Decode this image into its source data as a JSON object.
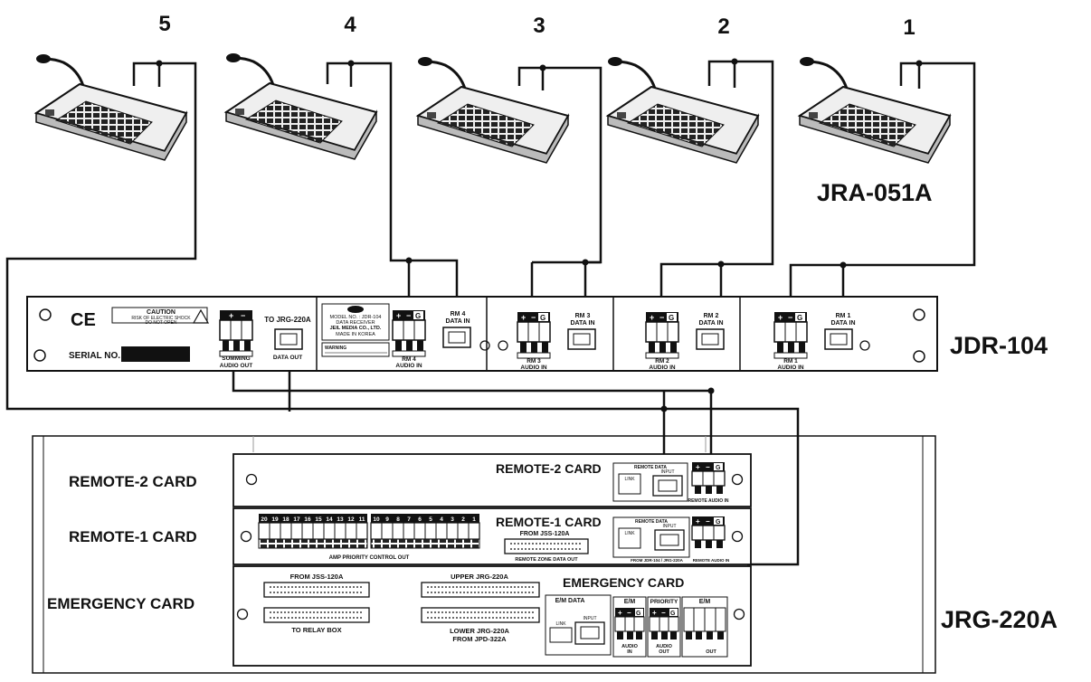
{
  "stations": [
    {
      "number": "5"
    },
    {
      "number": "4"
    },
    {
      "number": "3"
    },
    {
      "number": "2"
    },
    {
      "number": "1"
    }
  ],
  "model_labels": {
    "jra": "JRA-051A",
    "jdr": "JDR-104",
    "jrg": "JRG-220A"
  },
  "jdr_panel": {
    "caution_title": "CAUTION",
    "caution_line1": "RISK OF ELECTRIC SHOCK",
    "caution_line2": "DO NOT OPEN",
    "serial_label": "SERIAL NO.",
    "summing_label1": "SUMMING",
    "summing_label2": "AUDIO OUT",
    "to_jrg_label": "TO JRG-220A",
    "data_out_label": "DATA OUT",
    "nameplate": [
      "MODEL NO. : JDR-104",
      "DATA RECEIVER",
      "JEIL MEDIA CO., LTD.",
      "MADE IN KOREA"
    ],
    "warning_text": "WARNING",
    "term_plus": "+",
    "term_minus": "−",
    "term_g": "G",
    "rm_sections": [
      {
        "audio1": "RM 4",
        "audio2": "AUDIO IN",
        "data1": "RM 4",
        "data2": "DATA IN"
      },
      {
        "audio1": "RM 3",
        "audio2": "AUDIO IN",
        "data1": "RM 3",
        "data2": "DATA IN"
      },
      {
        "audio1": "RM 2",
        "audio2": "AUDIO IN",
        "data1": "RM 2",
        "data2": "DATA IN"
      },
      {
        "audio1": "RM 1",
        "audio2": "AUDIO IN",
        "data1": "RM 1",
        "data2": "DATA IN"
      }
    ]
  },
  "jrg_panel": {
    "side_labels": [
      "REMOTE-2 CARD",
      "REMOTE-1 CARD",
      "EMERGENCY CARD"
    ],
    "remote2": {
      "title": "REMOTE-2 CARD",
      "remote_data": "REMOTE DATA",
      "link": "LINK",
      "input": "INPUT",
      "audio_in": "REMOTE AUDIO IN"
    },
    "remote1": {
      "title": "REMOTE-1 CARD",
      "from_jss": "FROM JSS-120A",
      "zone_out": "REMOTE ZONE DATA OUT",
      "amp_priority": "AMP PRIORITY CONTROL OUT",
      "remote_data": "REMOTE DATA",
      "link": "LINK",
      "input": "INPUT",
      "from_jdr": "FROM JDR-104 / JRG-220A",
      "audio_in": "REMOTE AUDIO IN",
      "numbers": [
        "20",
        "19",
        "18",
        "17",
        "16",
        "15",
        "14",
        "13",
        "12",
        "11",
        "10",
        "9",
        "8",
        "7",
        "6",
        "5",
        "4",
        "3",
        "2",
        "1"
      ]
    },
    "emergency": {
      "title": "EMERGENCY CARD",
      "from_jss": "FROM JSS-120A",
      "upper_jrg": "UPPER JRG-220A",
      "to_relay": "TO RELAY BOX",
      "lower_jrg": "LOWER JRG-220A",
      "from_jpd": "FROM JPD-322A",
      "em_data": "E/M DATA",
      "em": "E/M",
      "priority": "PRIORITY",
      "link": "LINK",
      "input": "INPUT",
      "audio_in1": "AUDIO",
      "audio_in2": "IN",
      "audio_out1": "AUDIO",
      "audio_out2": "OUT",
      "out": "OUT"
    }
  }
}
